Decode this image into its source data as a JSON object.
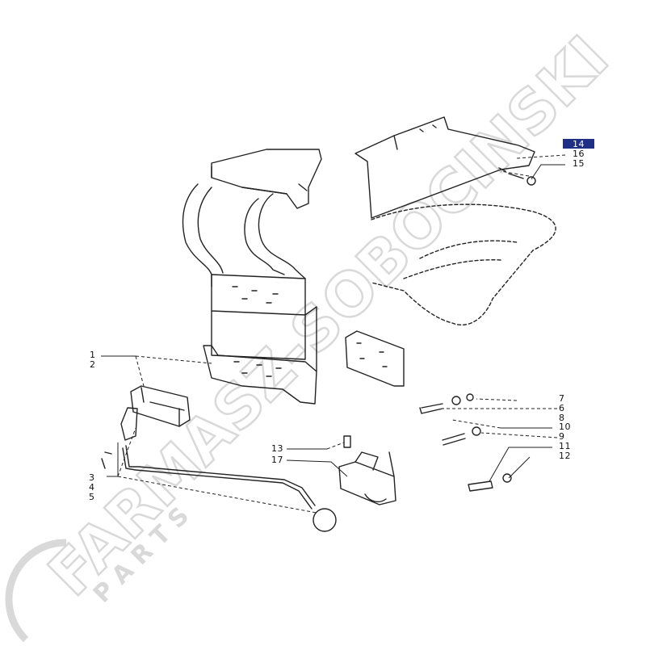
{
  "diagram": {
    "callouts": [
      "1",
      "2",
      "3",
      "4",
      "5",
      "7",
      "6",
      "8",
      "10",
      "9",
      "11",
      "12",
      "13",
      "17",
      "14",
      "16",
      "15"
    ],
    "highlight_callout": "14",
    "highlight_color": "#1f2f86",
    "line_color": "#222222"
  },
  "watermark": {
    "brand": "FARMASZ-SOBOCINSKI",
    "sub": "P A R T S",
    "color": "#dcdcdc"
  }
}
